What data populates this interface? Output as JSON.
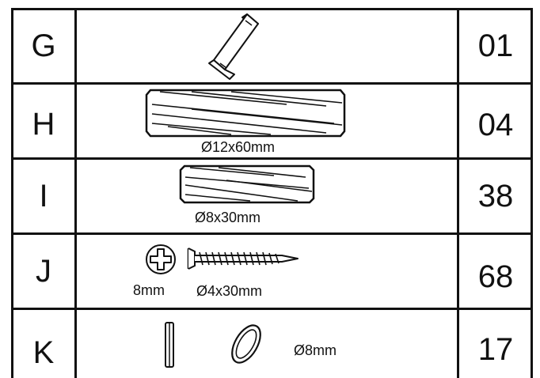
{
  "rows": [
    {
      "letter": "G",
      "quantity": "01",
      "part": "hex-key",
      "labels": []
    },
    {
      "letter": "H",
      "quantity": "04",
      "part": "wooden-dowel",
      "labels": [
        "Ø12x60mm"
      ]
    },
    {
      "letter": "I",
      "quantity": "38",
      "part": "wooden-dowel",
      "labels": [
        "Ø8x30mm"
      ]
    },
    {
      "letter": "J",
      "quantity": "68",
      "part": "screw",
      "labels": [
        "8mm",
        "Ø4x30mm"
      ]
    },
    {
      "letter": "K",
      "quantity": "17",
      "part": "cap",
      "labels": [
        "Ø8mm"
      ]
    }
  ]
}
